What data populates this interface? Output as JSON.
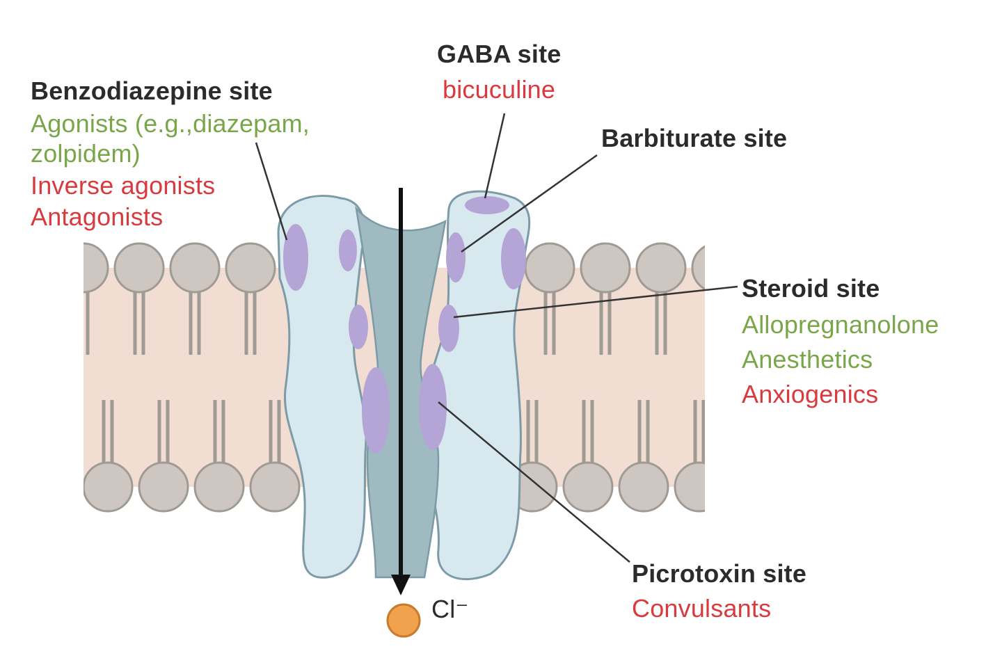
{
  "colors": {
    "title": "#2b2b2b",
    "agonist": "#7aa64a",
    "antagonist": "#d93a3e",
    "membrane": "#f2ddd3",
    "lipid_head": "#cdc6c1",
    "lipid_outline": "#a09a94",
    "channel": "#d8e8ef",
    "channel_outline": "#7d9ba6",
    "pore": "#9fbac1",
    "site": "#b5a5d6",
    "ion": "#f0a24c"
  },
  "labels": {
    "gaba": {
      "title": "GABA site",
      "items": [
        {
          "text": "bicuculine",
          "role": "antagonist"
        }
      ]
    },
    "benzodiazepine": {
      "title": "Benzodiazepine site",
      "items": [
        {
          "text": "Agonists (e.g.,diazepam,",
          "role": "agonist"
        },
        {
          "text": "zolpidem)",
          "role": "agonist"
        },
        {
          "text": "Inverse agonists",
          "role": "antagonist"
        },
        {
          "text": "Antagonists",
          "role": "antagonist"
        }
      ]
    },
    "barbiturate": {
      "title": "Barbiturate site"
    },
    "steroid": {
      "title": "Steroid site",
      "items": [
        {
          "text": "Allopregnanolone",
          "role": "agonist"
        },
        {
          "text": "Anesthetics",
          "role": "agonist"
        },
        {
          "text": "Anxiogenics",
          "role": "antagonist"
        }
      ]
    },
    "picrotoxin": {
      "title": "Picrotoxin site",
      "items": [
        {
          "text": "Convulsants",
          "role": "antagonist"
        }
      ]
    },
    "ion": {
      "text": "Cl⁻"
    }
  }
}
